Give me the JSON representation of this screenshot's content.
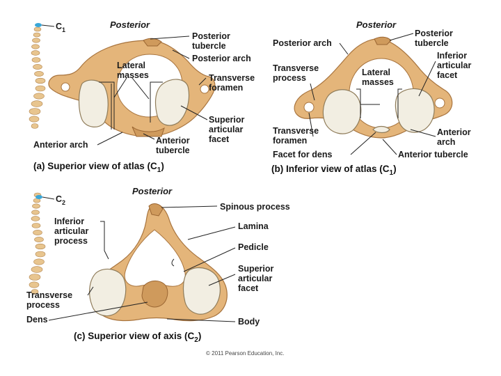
{
  "panel_a": {
    "vertebra_tag": "C",
    "vertebra_sub": "1",
    "posterior": "Posterior",
    "labels": {
      "posterior_tubercle": [
        "Posterior",
        "tubercle"
      ],
      "posterior_arch": "Posterior arch",
      "lateral_masses": [
        "Lateral",
        "masses"
      ],
      "transverse_foramen": [
        "Transverse",
        "foramen"
      ],
      "superior_articular_facet": [
        "Superior",
        "articular",
        "facet"
      ],
      "anterior_arch": "Anterior arch",
      "anterior_tubercle": [
        "Anterior",
        "tubercle"
      ]
    },
    "caption": "(a) Superior view of atlas (C",
    "caption_sub": "1",
    "caption_end": ")"
  },
  "panel_b": {
    "posterior": "Posterior",
    "labels": {
      "posterior_arch": "Posterior arch",
      "posterior_tubercle": [
        "Posterior",
        "tubercle"
      ],
      "transverse_process": [
        "Transverse",
        "process"
      ],
      "lateral_masses": [
        "Lateral",
        "masses"
      ],
      "inferior_articular_facet": [
        "Inferior",
        "articular",
        "facet"
      ],
      "transverse_foramen": [
        "Transverse",
        "foramen"
      ],
      "facet_for_dens": "Facet for dens",
      "anterior_arch": [
        "Anterior",
        "arch"
      ],
      "anterior_tubercle": "Anterior tubercle"
    },
    "caption": "(b) Inferior view of atlas (C",
    "caption_sub": "1",
    "caption_end": ")"
  },
  "panel_c": {
    "vertebra_tag": "C",
    "vertebra_sub": "2",
    "posterior": "Posterior",
    "labels": {
      "spinous_process": "Spinous process",
      "inferior_articular_process": [
        "Inferior",
        "articular",
        "process"
      ],
      "lamina": "Lamina",
      "pedicle": "Pedicle",
      "superior_articular_facet": [
        "Superior",
        "articular",
        "facet"
      ],
      "transverse_process": [
        "Transverse",
        "process"
      ],
      "dens": "Dens",
      "body": "Body"
    },
    "caption": "(c) Superior view of axis (C",
    "caption_sub": "2",
    "caption_end": ")"
  },
  "copyright": "© 2011 Pearson Education, Inc.",
  "colors": {
    "bone": "#e4b57a",
    "facet": "#f2eee2",
    "highlight": "#3aa7d8"
  }
}
